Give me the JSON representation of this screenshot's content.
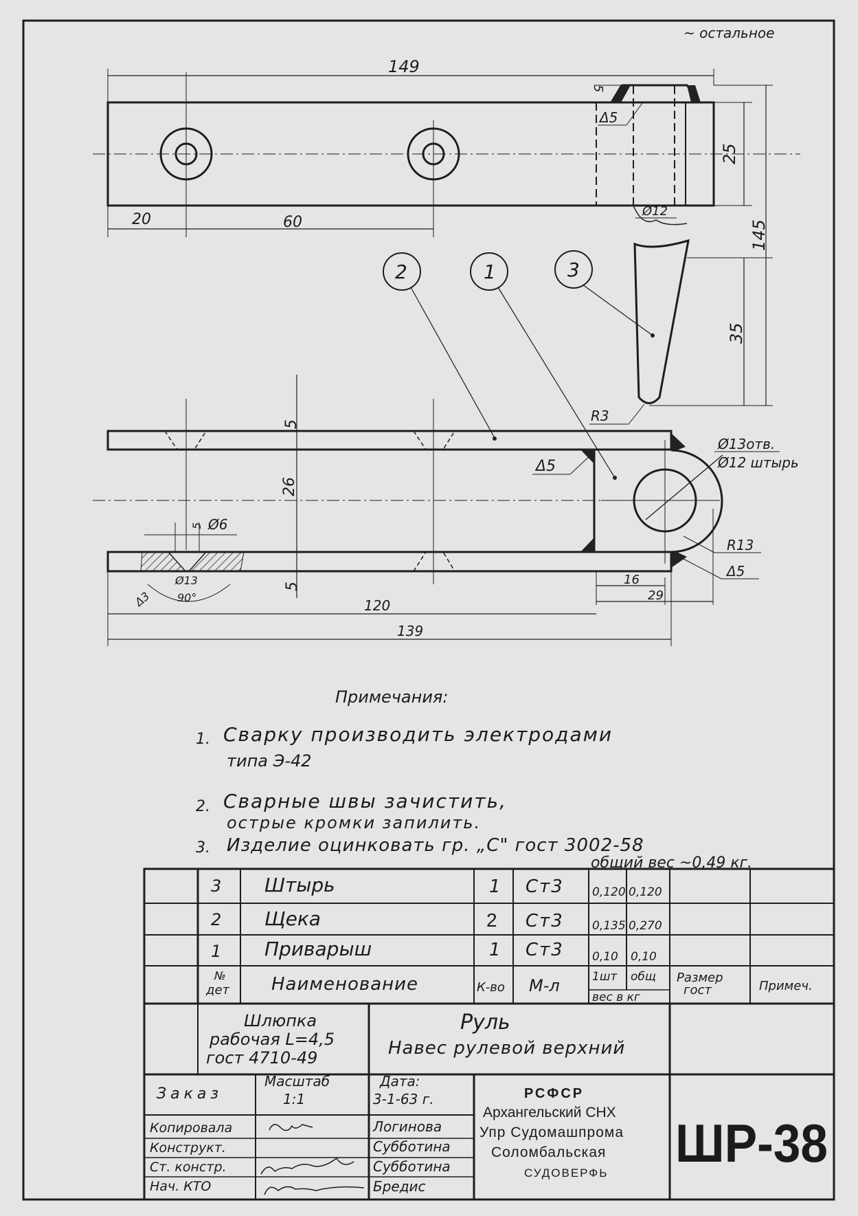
{
  "top_note": "~ остальное",
  "drawing": {
    "dims_top": {
      "total": "149",
      "left": "20",
      "pitch": "60",
      "height": "25",
      "weld": "5",
      "weld_sym": "Δ5",
      "pin_dia": "Ø12",
      "length": "145",
      "taper": "35",
      "radius": "R3"
    },
    "callouts": [
      "2",
      "1",
      "3"
    ],
    "dims_bottom": {
      "v5a": "5",
      "v26": "26",
      "v5b": "5",
      "weld": "Δ5",
      "hole": "Ø13отв.",
      "pin": "Ø12 штырь",
      "radius": "R13",
      "weld2": "Δ5",
      "csk_v": "5",
      "csk_hole": "Ø6",
      "csk_dia": "Ø13",
      "csk_angle": "90°",
      "csk_weld": "Δ3",
      "d16": "16",
      "d29": "29",
      "d120": "120",
      "d139": "139"
    }
  },
  "notes": {
    "title": "Примечания:",
    "n1_num": "1.",
    "n1_line1": "Сварку производить электродами",
    "n1_line2": "типа Э-42",
    "n2_num": "2.",
    "n2_line1": "Сварные швы зачистить,",
    "n2_line2": "острые кромки запилить.",
    "n3_num": "3.",
    "n3_line1": "Изделие оцинковать гр. „С\" гост 3002-58",
    "weight": "общий вес ~0,49 кг."
  },
  "parts_table": {
    "rows": [
      {
        "no": "3",
        "name": "Штырь",
        "qty": "1",
        "mat": "Ст3",
        "w1": "0,120",
        "w2": "0,120"
      },
      {
        "no": "2",
        "name": "Щека",
        "qty": "2",
        "mat": "Ст3",
        "w1": "0,135",
        "w2": "0,270"
      },
      {
        "no": "1",
        "name": "Приварыш",
        "qty": "1",
        "mat": "Ст3",
        "w1": "0,10",
        "w2": "0,10"
      }
    ],
    "header": {
      "no_a": "№",
      "no_b": "дет",
      "name": "Наименование",
      "qty": "К-во",
      "mat": "М-л",
      "w1": "1шт",
      "w2": "общ",
      "weight": "вес в кг",
      "size_a": "Размер",
      "size_b": "гост",
      "remarks": "Примеч."
    }
  },
  "title_block": {
    "product_line1": "Шлюпка",
    "product_line2": "рабочая L=4,5",
    "product_line3": "гост 4710-49",
    "title_line1": "Руль",
    "title_line2": "Навес рулевой верхний",
    "order_label": "Заказ",
    "scale_label": "Масштаб",
    "scale_value": "1:1",
    "date_label": "Дата:",
    "date_value": "3-1-63 г.",
    "roles": [
      "Копировала",
      "Конструкт.",
      "Ст. констр.",
      "Нач. КТО"
    ],
    "names": [
      "Логинова",
      "Субботина",
      "Субботина",
      "Бредис"
    ],
    "org_line1": "РСФСР",
    "org_line2": "Архангельский СНХ",
    "org_line3": "Упр Судомашпрома",
    "org_line4": "Соломбальская",
    "org_line5": "судоверфь",
    "drawing_code": "ШР-38"
  }
}
